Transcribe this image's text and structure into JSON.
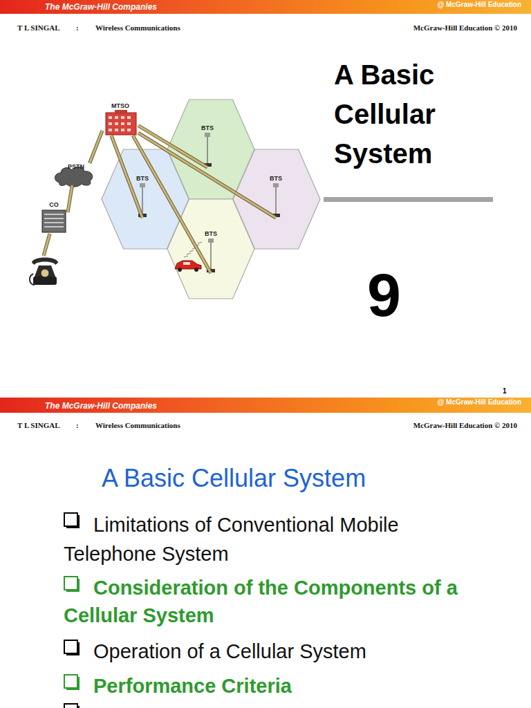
{
  "diagram": {
    "title": "A Basic Cellular System",
    "nodes": [
      {
        "text": [
          "MTSO"
        ]
      },
      {
        "text": [
          "BTS"
        ]
      },
      {
        "text": [
          "PSTN"
        ]
      },
      {
        "text": [
          "BTS"
        ]
      },
      {
        "text": [
          "BTS"
        ]
      },
      {
        "text": [
          "CO"
        ]
      },
      {
        "text": [
          "BTS"
        ]
      }
    ],
    "edges": [
      {
        "from": 0,
        "to": 2,
        "arrow": "none"
      },
      {
        "from": 2,
        "to": 5,
        "arrow": "none"
      },
      {
        "from": 0,
        "to": 1,
        "arrow": "none"
      },
      {
        "from": 0,
        "to": 3,
        "arrow": "none"
      },
      {
        "from": 0,
        "to": 4,
        "arrow": "none"
      },
      {
        "from": 0,
        "to": 6,
        "arrow": "none"
      }
    ],
    "labels": [
      "The McGraw-Hill Companies",
      "@ McGraw-Hill Education",
      "T L SINGAL",
      ":",
      "Wireless Communications",
      "McGraw-Hill Education © 2010",
      "9",
      "1",
      "The McGraw-Hill Companies",
      "@ McGraw-Hill Education",
      "T L SINGAL",
      ":",
      "Wireless Communications",
      "McGraw-Hill Education © 2010",
      "A Basic Cellular System",
      "Limitations of Conventional Mobile Telephone System",
      "Consideration of the Components of a Cellular System",
      "Operation of a Cellular System",
      "Performance Criteria"
    ]
  }
}
